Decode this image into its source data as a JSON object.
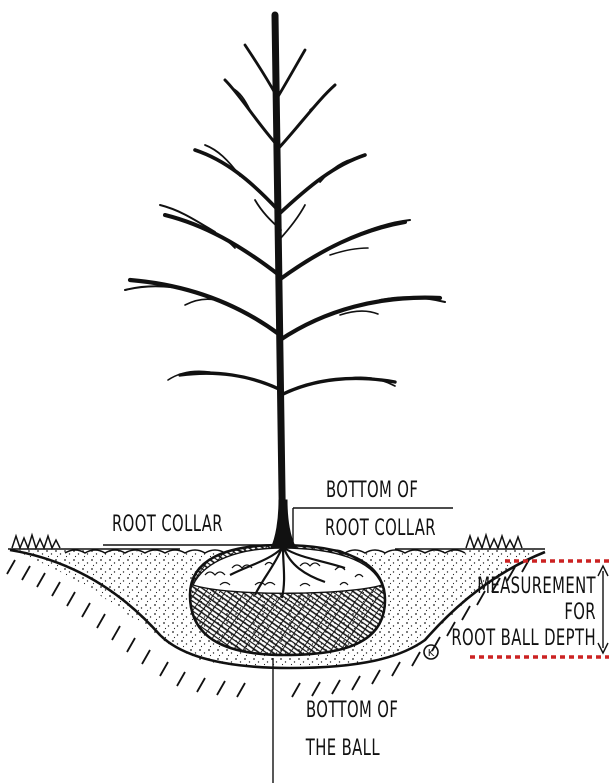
{
  "labels": {
    "root_collar": "ROOT COLLAR",
    "bottom_of_root_collar_line1": "BOTTOM OF",
    "bottom_of_root_collar_line2": "ROOT COLLAR",
    "measurement_line1": "MEASUREMENT",
    "measurement_line2": "FOR",
    "measurement_line3": "ROOT BALL DEPTH",
    "bottom_of_ball_line1": "BOTTOM OF",
    "bottom_of_ball_line2": "THE BALL"
  },
  "signature_mark": "K",
  "colors": {
    "ink": "#111111",
    "measure_dotted": "#cc2222",
    "background": "#ffffff"
  }
}
